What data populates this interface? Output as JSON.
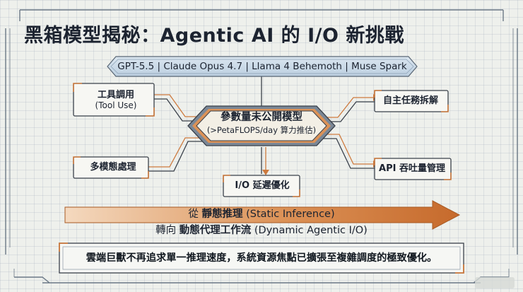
{
  "title": "黑箱模型揭秘：Agentic AI 的 I/O 新挑戰",
  "models_banner": "GPT-5.5 | Claude Opus 4.7 | Llama 4 Behemoth | Muse Spark",
  "core": {
    "label": "參數量未公開模型",
    "sub": "(>PetaFLOPS/day 算力推估)"
  },
  "nodes": {
    "tool_use": {
      "label": "工具調用",
      "sub": "(Tool Use)"
    },
    "multimodal": {
      "label": "多模態處理"
    },
    "io_opt": {
      "label": "I/O 延遲優化"
    },
    "autonomy": {
      "label": "自主任務拆解"
    },
    "api": {
      "label": "API 吞吐量管理"
    }
  },
  "shift": {
    "line1_prefix": "從",
    "line1_hl": "靜態推理",
    "line1_rest": "(Static Inference)",
    "line2_prefix": "轉向",
    "line2_hl": "動態代理工作流",
    "line2_rest": "(Dynamic Agentic I/O)"
  },
  "footer": "雲端巨獸不再追求單一推理速度，系統資源焦點已擴張至複雜調度的極致優化。",
  "colors": {
    "background": "#eef0ec",
    "ink": "#1c2330",
    "accent_orange": "#cd7a3e",
    "banner_blue": "#c9d8e6",
    "box_fill": "#f7f7f3",
    "core_fill": "#f3efe5",
    "wire": "#3a404a"
  }
}
